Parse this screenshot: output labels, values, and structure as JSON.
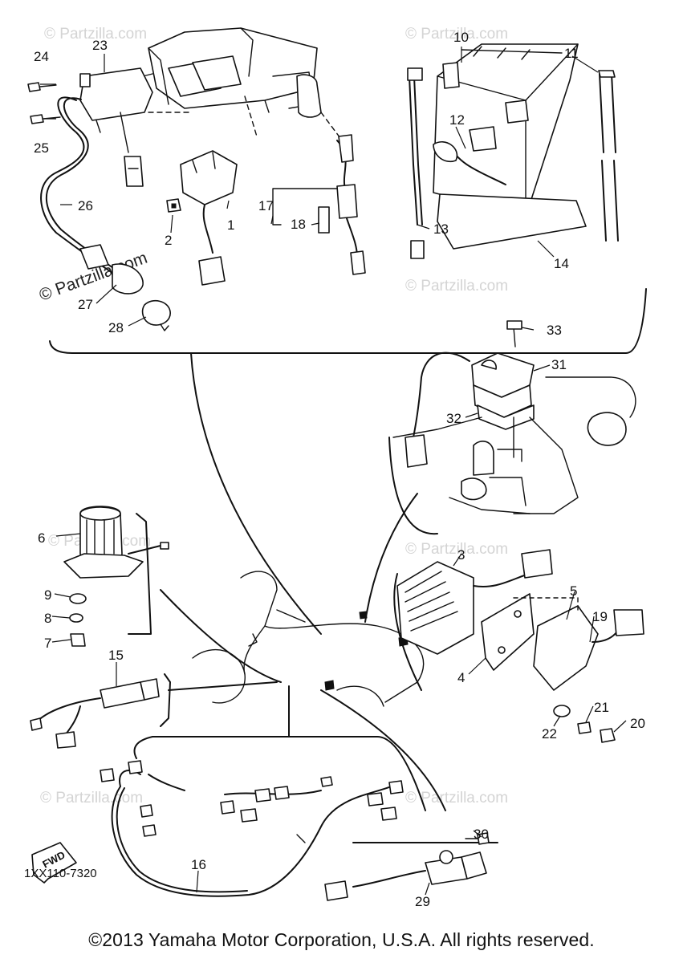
{
  "diagram_code": "1XX110-7320",
  "copyright": "©2013 Yamaha Motor Corporation, U.S.A. All rights reserved.",
  "watermark_primary": "© Partzilla.com",
  "watermark_faint": "© Partzilla.com",
  "fwd_label": "FWD",
  "callouts": {
    "c1": "1",
    "c2": "2",
    "c3": "3",
    "c4": "4",
    "c5": "5",
    "c6": "6",
    "c7": "7",
    "c8": "8",
    "c9": "9",
    "c10": "10",
    "c11": "11",
    "c12": "12",
    "c13": "13",
    "c14": "14",
    "c15": "15",
    "c16": "16",
    "c17": "17",
    "c18": "18",
    "c19": "19",
    "c20": "20",
    "c21": "21",
    "c22": "22",
    "c23": "23",
    "c24": "24",
    "c25": "25",
    "c26": "26",
    "c27": "27",
    "c28": "28",
    "c29": "29",
    "c30": "30",
    "c31": "31",
    "c32": "32",
    "c33": "33"
  }
}
